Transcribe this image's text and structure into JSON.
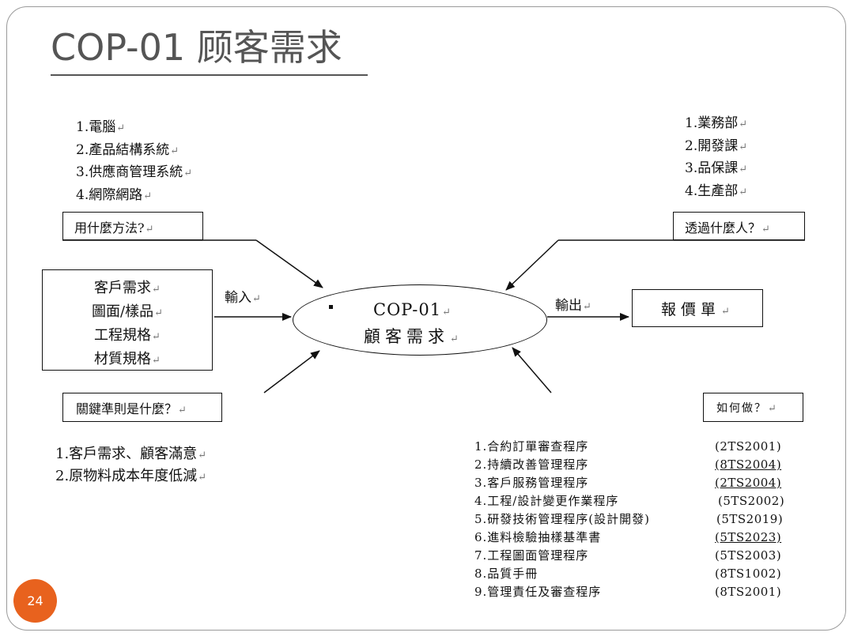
{
  "slide": {
    "title": "COP-01 顾客需求",
    "page_number": "24"
  },
  "tools": {
    "items": [
      "1.電腦",
      "2.產品結構系統",
      "3.供應商管理系統",
      "4.網際網路"
    ]
  },
  "departments": {
    "items": [
      "1.業務部",
      "2.開發課",
      "3.品保課",
      "4.生產部"
    ]
  },
  "labels": {
    "how_method": "用什麼方法?",
    "through_whom": "透過什麼人？",
    "key_criteria": "關鍵準則是什麼？",
    "how_do": "如何做？",
    "input": "輸入",
    "output": "輸出"
  },
  "input_box": {
    "items": [
      "客戶需求",
      "圖面/樣品",
      "工程規格",
      "材質規格"
    ]
  },
  "process": {
    "line1": "COP-01",
    "line2": "顧客需求"
  },
  "output_box": {
    "text": "報價單"
  },
  "criteria": {
    "items": [
      "1.客戶需求、顧客滿意",
      "2.原物料成本年度低減"
    ]
  },
  "procedures": {
    "items": [
      {
        "name": "1.合約訂單審查程序",
        "code": "(2TS2001)"
      },
      {
        "name": "2.持續改善管理程序",
        "code": "(8TS2004)"
      },
      {
        "name": "3.客戶服務管理程序",
        "code": "(2TS2004)"
      },
      {
        "name": "4.工程/設計變更作業程序",
        "code": "(5TS2002)"
      },
      {
        "name": "5.研發技術管理程序(設計開發)",
        "code": "(5TS2019)"
      },
      {
        "name": "6.進料檢驗抽樣基準書",
        "code": "(5TS2023)"
      },
      {
        "name": "7.工程圖面管理程序",
        "code": "(5TS2003)"
      },
      {
        "name": "8.品質手冊",
        "code": "(8TS1002)"
      },
      {
        "name": "9.管理責任及審查程序",
        "code": "(8TS2001)"
      }
    ]
  },
  "colors": {
    "title": "#555555",
    "badge": "#e8621e",
    "frame": "#9a9a9a"
  }
}
